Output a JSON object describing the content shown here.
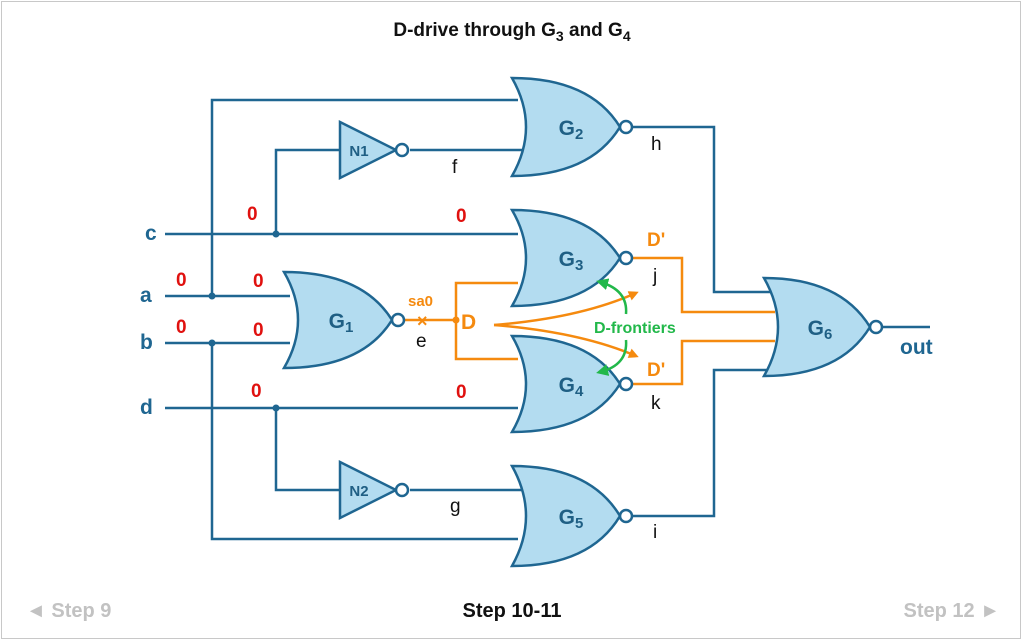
{
  "title": {
    "main": "D-drive through G",
    "sub1": "3",
    "mid": " and G",
    "sub2": "4"
  },
  "inputs": {
    "c": "c",
    "a": "a",
    "b": "b",
    "d": "d"
  },
  "output": "out",
  "gates": {
    "G1": {
      "name": "G",
      "sub": "1"
    },
    "G2": {
      "name": "G",
      "sub": "2"
    },
    "G3": {
      "name": "G",
      "sub": "3"
    },
    "G4": {
      "name": "G",
      "sub": "4"
    },
    "G5": {
      "name": "G",
      "sub": "5"
    },
    "G6": {
      "name": "G",
      "sub": "6"
    },
    "N1": {
      "name": "N1"
    },
    "N2": {
      "name": "N2"
    }
  },
  "nets": {
    "e": "e",
    "f": "f",
    "g": "g",
    "h": "h",
    "i": "i",
    "j": "j",
    "k": "k"
  },
  "values": {
    "a_in": "0",
    "a_g1": "0",
    "b_in": "0",
    "b_g1": "0",
    "c_n1": "0",
    "c_g3": "0",
    "d_n2": "0",
    "d_g4": "0",
    "fault_site": "D",
    "j_out": "D'",
    "k_out": "D'"
  },
  "fault": {
    "label": "sa0",
    "marker": "×"
  },
  "annotation": "D-frontiers",
  "navigation": {
    "prev": "◄ Step 9",
    "current": "Step 10-11",
    "next": "Step 12 ►"
  },
  "colors": {
    "wire": "#1f6691",
    "gate_fill": "#b3dcf0",
    "gate_stroke": "#1f6691",
    "label": "#1f6691",
    "logic_value": "#e0110f",
    "d_path": "#f58a0f",
    "frontier": "#22b84a"
  }
}
